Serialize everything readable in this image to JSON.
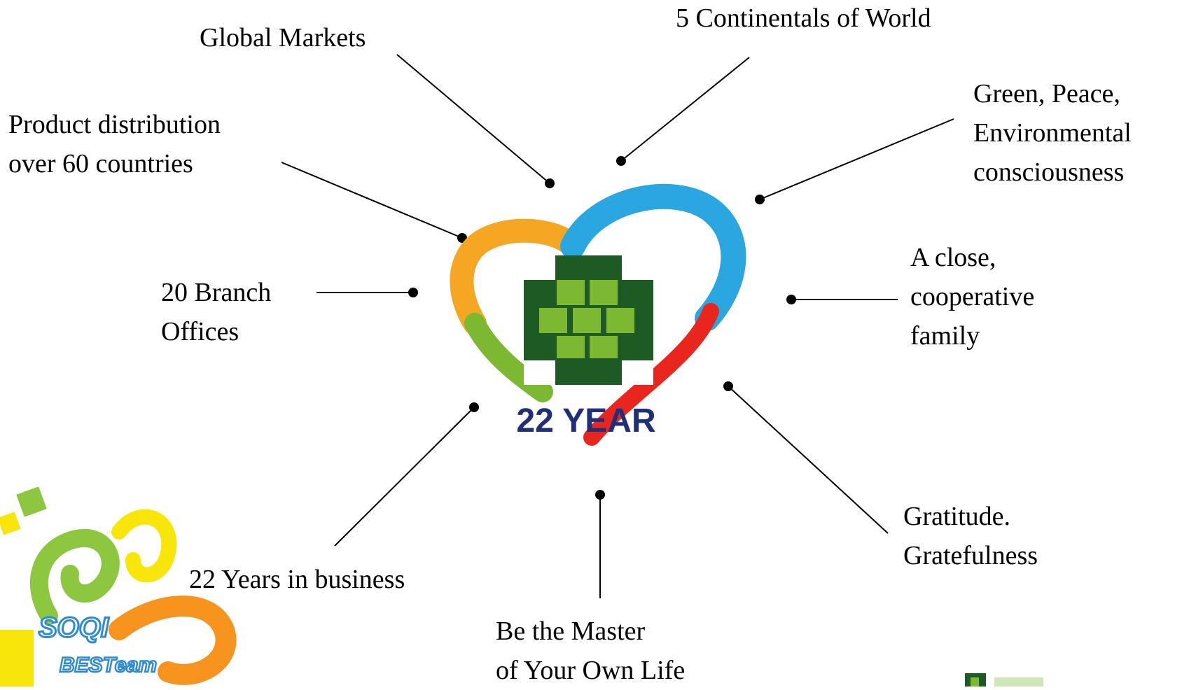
{
  "center": {
    "year_text": "22 YEAR",
    "colors": {
      "orange": "#F5A623",
      "blue": "#2AA7E0",
      "red": "#E8261E",
      "green_light": "#7CB832",
      "green_dark": "#1E5A24",
      "text_navy": "#1F2F7A"
    }
  },
  "labels": {
    "global_markets": [
      "Global Markets"
    ],
    "continents": [
      "5 Continentals of World"
    ],
    "product_distribution": [
      "Product distribution",
      "over 60 countries"
    ],
    "green_peace": [
      "Green, Peace,",
      "Environmental",
      "consciousness"
    ],
    "branch_offices": [
      "20 Branch",
      "Offices"
    ],
    "close_family": [
      "A close,",
      "cooperative",
      "family"
    ],
    "gratitude": [
      "Gratitude.",
      "Gratefulness"
    ],
    "years_business": [
      "22 Years in business"
    ],
    "master_life": [
      "Be the Master",
      "of Your Own Life"
    ]
  },
  "soqi_logo": {
    "brand": "SOQI",
    "team": "BESTeam",
    "colors": {
      "yellow": "#F8E50A",
      "green": "#8DC63F",
      "orange": "#F7941D",
      "blue": "#2E8BD0"
    }
  }
}
